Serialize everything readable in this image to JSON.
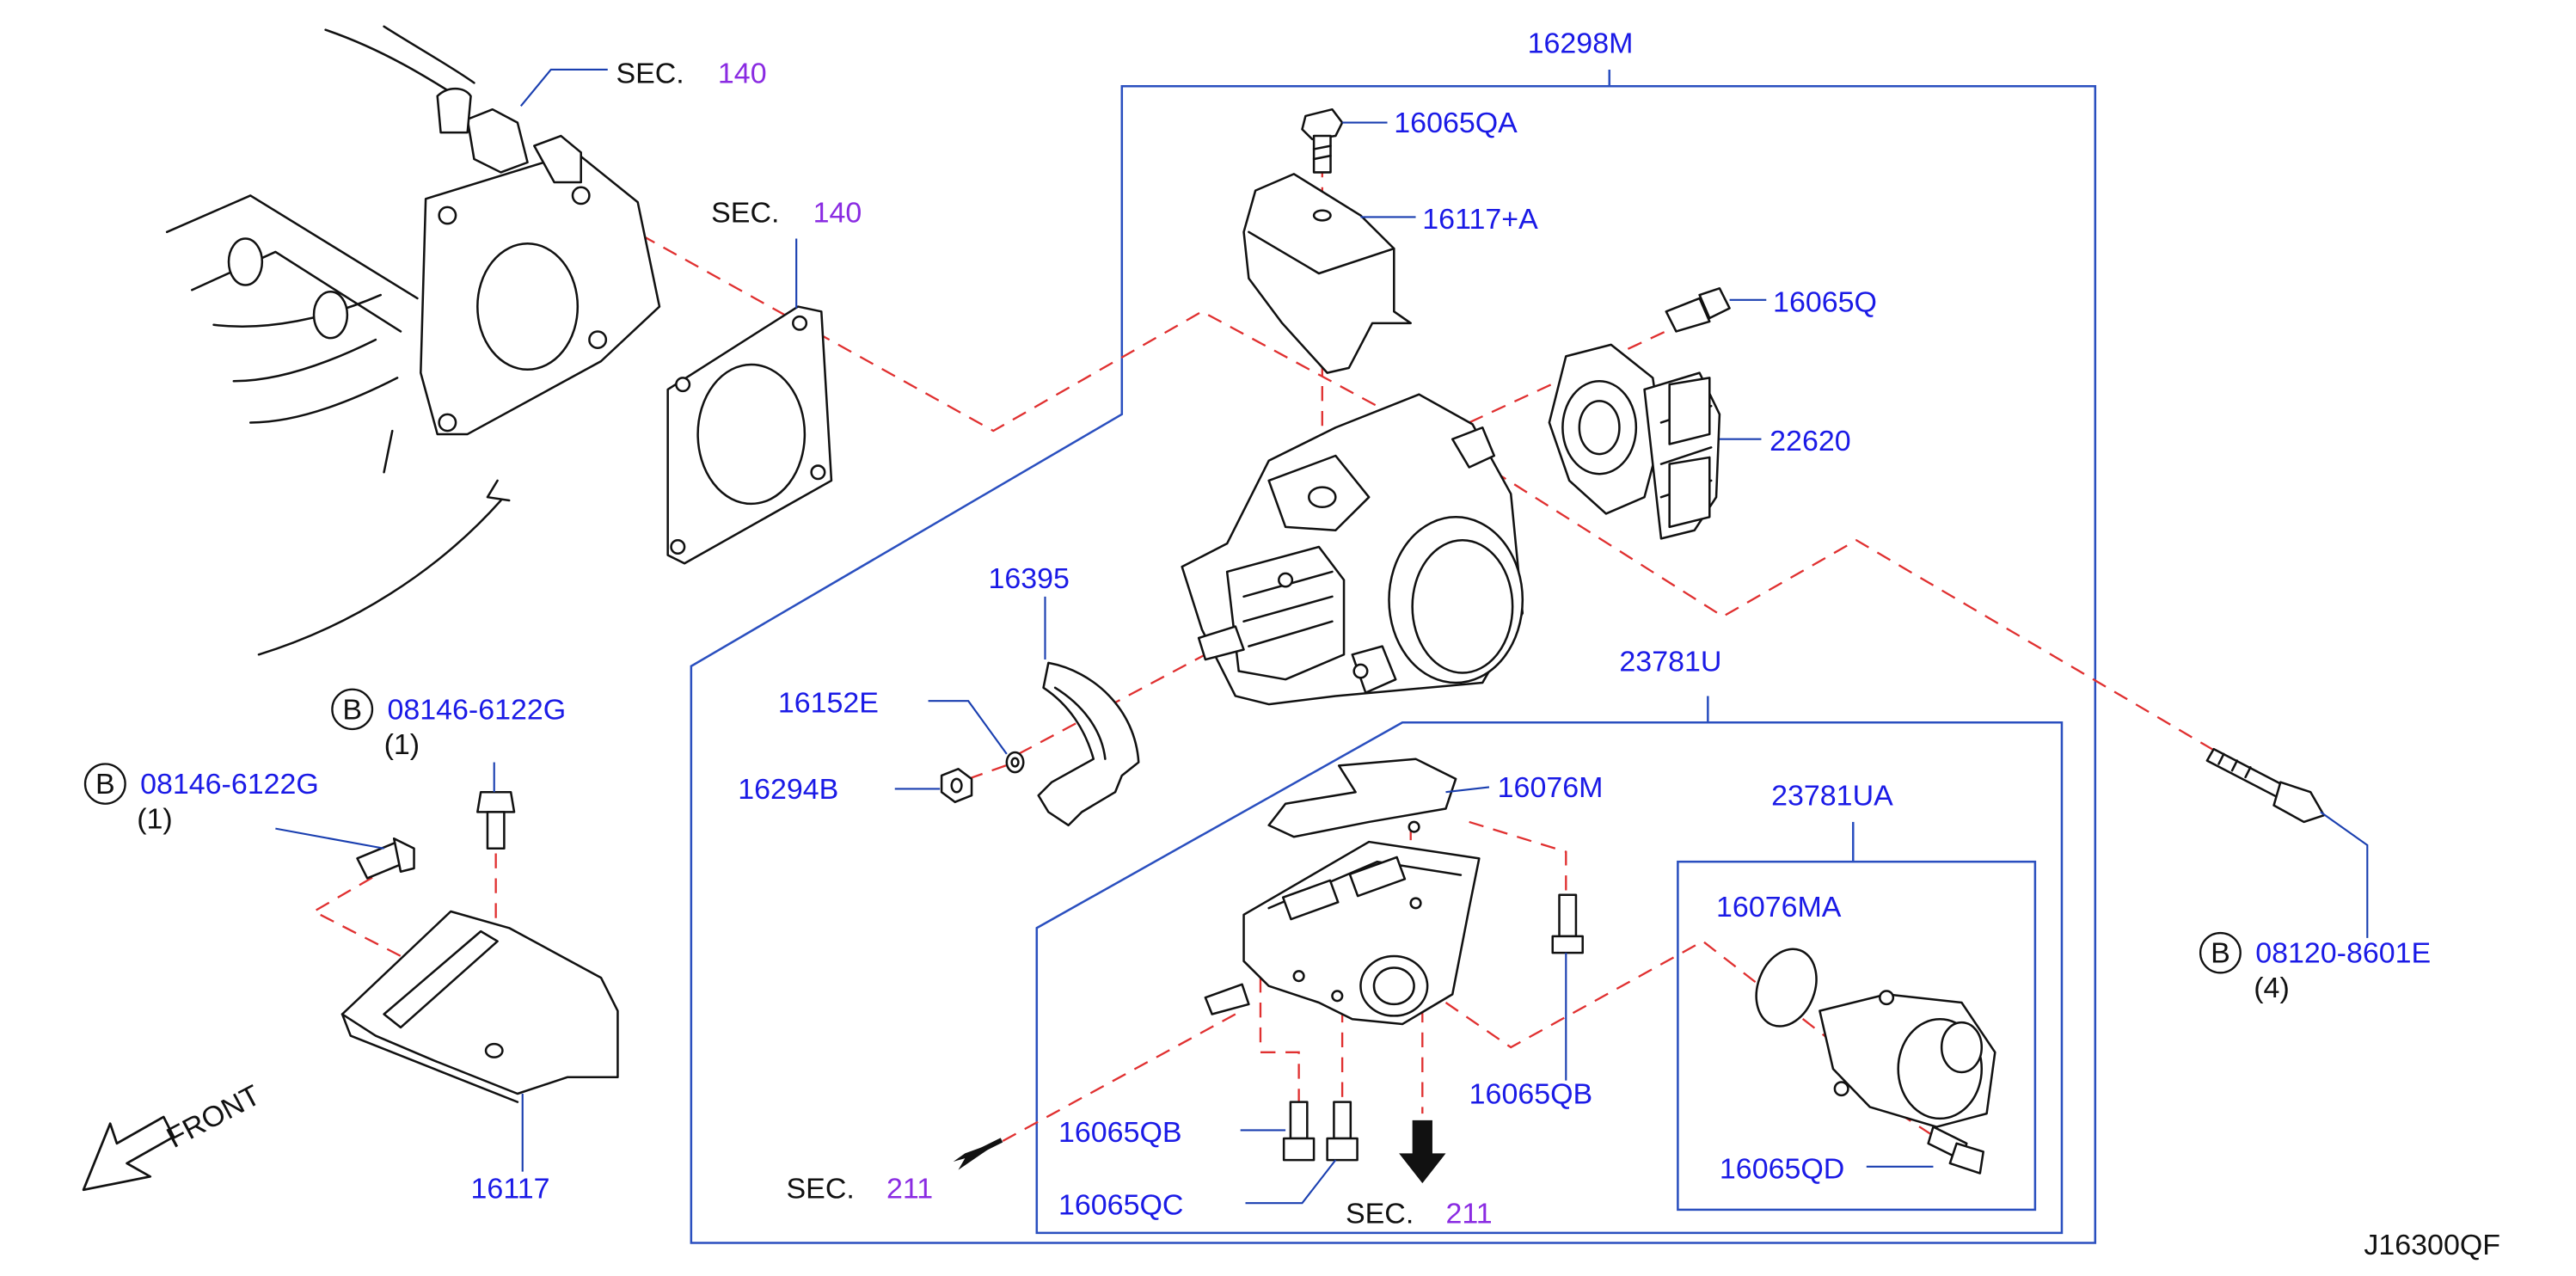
{
  "diagram": {
    "drawing_code": "J16300QF",
    "front_label": "FRONT",
    "bolt_symbol": "B",
    "section_refs": [
      {
        "prefix": "SEC.",
        "number": "140"
      },
      {
        "prefix": "SEC.",
        "number": "140"
      },
      {
        "prefix": "SEC.",
        "number": "211"
      },
      {
        "prefix": "SEC.",
        "number": "211"
      }
    ],
    "part_numbers": {
      "p16298M": "16298M",
      "p16065QA": "16065QA",
      "p16117A": "16117+A",
      "p16065Q": "16065Q",
      "p22620": "22620",
      "p16395": "16395",
      "p16152E": "16152E",
      "p16294B": "16294B",
      "p23781U": "23781U",
      "p16076M": "16076M",
      "p23781UA": "23781UA",
      "p16076MA": "16076MA",
      "p16065QB_right": "16065QB",
      "p16065QB_left": "16065QB",
      "p16065QC": "16065QC",
      "p16065QD": "16065QD",
      "p16117": "16117",
      "p08146_top": "08146-6122G",
      "p08146_left": "08146-6122G",
      "p08120": "08120-8601E"
    },
    "quantities": {
      "q08146_top": "(1)",
      "q08146_left": "(1)",
      "q08120": "(4)"
    },
    "colors": {
      "part_number": "#1a1ae6",
      "section_number": "#8a2be2",
      "leader": "#1a3fb0",
      "dashed_guide": "#e03030",
      "outline": "#111111"
    }
  }
}
